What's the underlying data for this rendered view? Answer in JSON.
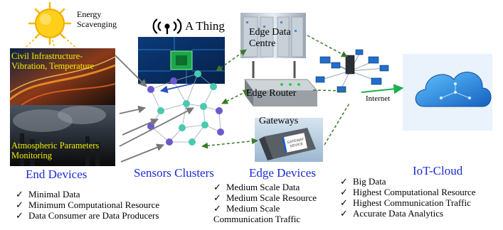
{
  "top": {
    "energy_line1": "Energy",
    "energy_line2": "Scavenging",
    "thing_label": "A Thing"
  },
  "photos": {
    "civil_line1": "Civil Infrastructure-",
    "civil_line2": "Vibration, Temperature",
    "atmo_line1": "Atmospheric Parameters",
    "atmo_line2": "Monitoring"
  },
  "nodes": {
    "edge_data_centre_line1": "Edge Data",
    "edge_data_centre_line2": "Centre",
    "edge_router": "Edge Router",
    "gateways": "Gateways",
    "gateway_device_line1": "GATEWAY",
    "gateway_device_line2": "DEVICE",
    "internet": "Internet"
  },
  "headings": {
    "end_devices": "End Devices",
    "sensors_clusters": "Sensors Clusters",
    "edge_devices": "Edge Devices",
    "iot_cloud": "IoT-Cloud"
  },
  "features": {
    "tick": "✓",
    "end_devices": [
      "Minimal Data",
      "Minimum Computational Resource",
      "Data Consumer are Data Producers"
    ],
    "edge_devices": [
      "Medium Scale Data",
      "Medium Scale Resource"
    ],
    "edge_devices_last_line1": "Medium Scale",
    "edge_devices_last_line2": "Communication Traffic",
    "iot_cloud": [
      "Big Data",
      "Highest Computational Resource",
      "Highest Communication Traffic",
      "Accurate Data Analytics"
    ]
  },
  "colors": {
    "heading_blue": "#1a2bd6",
    "node_purple": "#6a5acd",
    "node_teal": "#48c9b0",
    "dashed_green": "#3a7a2a",
    "photo_text_yellow": "#f0f000"
  }
}
